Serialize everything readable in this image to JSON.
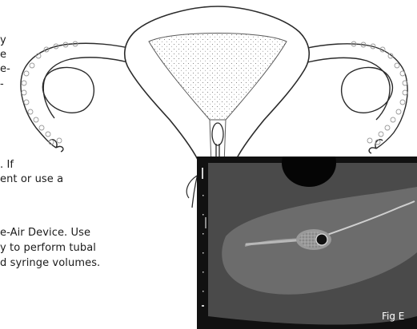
{
  "body_text": {
    "line1": "y",
    "line2": "e",
    "line3": "e-",
    "line4": "-",
    "line5": ". If",
    "line6": "ent or use a",
    "line7": "e-Air Device. Use",
    "line8": "y to perform tubal",
    "line9": "d syringe volumes."
  },
  "figure": {
    "label": "Fig E"
  }
}
